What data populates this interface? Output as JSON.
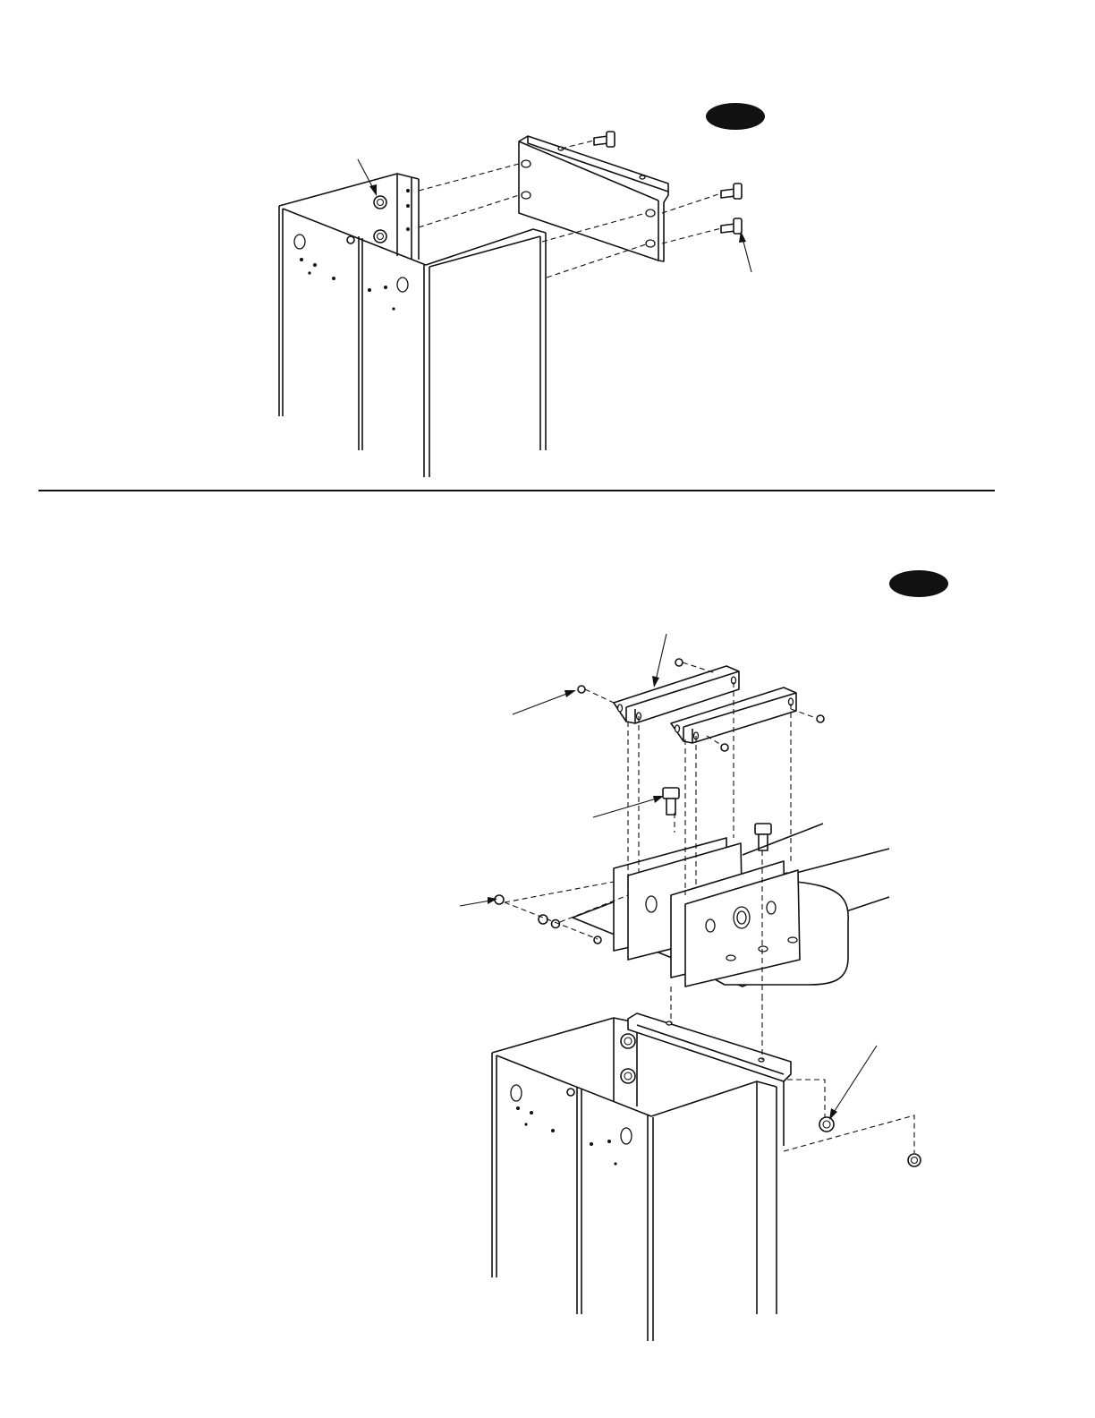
{
  "colors": {
    "ink": "#111111",
    "paper": "#ffffff"
  },
  "icons": [
    "step-badge",
    "callout-arrow",
    "bolt",
    "flange-nut",
    "washer"
  ]
}
